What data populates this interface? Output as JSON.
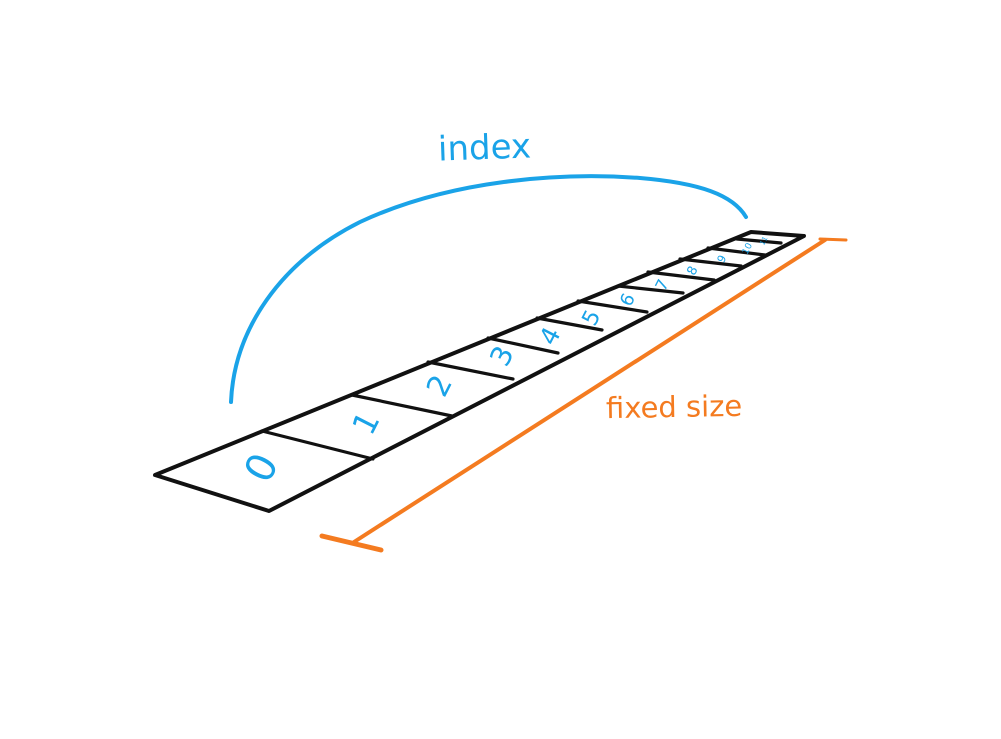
{
  "labels": {
    "index": "index",
    "fixed_size": "fixed size"
  },
  "cells": [
    "0",
    "1",
    "2",
    "3",
    "4",
    "5",
    "6",
    "7",
    "8",
    "9",
    "10",
    "11"
  ],
  "colors": {
    "index_color": "#1aa3e8",
    "size_color": "#f47b20",
    "array_outline": "#111111"
  }
}
